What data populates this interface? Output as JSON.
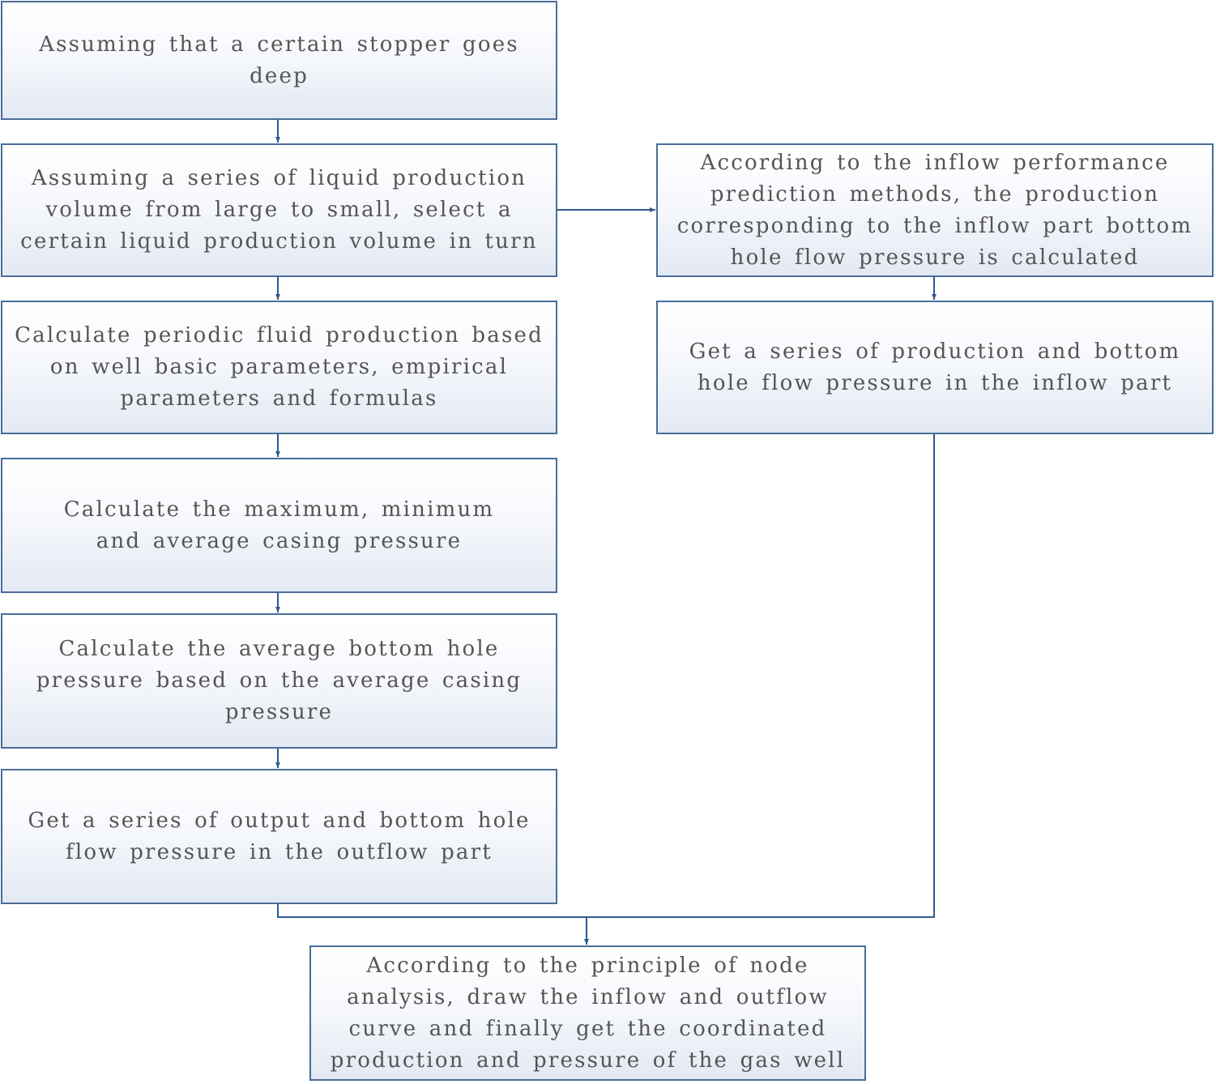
{
  "colors": {
    "border": "#4a6d9a",
    "connector": "#2f5a8f",
    "text": "#555555"
  },
  "nodes": {
    "n1": "Assuming that a certain stopper goes deep",
    "n2": "Assuming a series of liquid production volume from large to small, select a certain liquid production volume in turn",
    "n3": "Calculate periodic fluid production based on well basic parameters, empirical parameters and formulas",
    "n4": "Calculate the maximum, minimum and average casing pressure",
    "n5": "Calculate the average bottom hole pressure based on the average casing pressure",
    "n6": "Get a series of output and bottom hole flow pressure in the outflow part",
    "r1": "According to the inflow performance prediction methods, the production corresponding to the inflow part bottom hole flow pressure is calculated",
    "r2": "Get a series of production and bottom hole flow pressure in the inflow part",
    "final": "According to the principle of node analysis, draw the inflow and outflow curve and finally get the coordinated production and pressure of the gas well"
  }
}
